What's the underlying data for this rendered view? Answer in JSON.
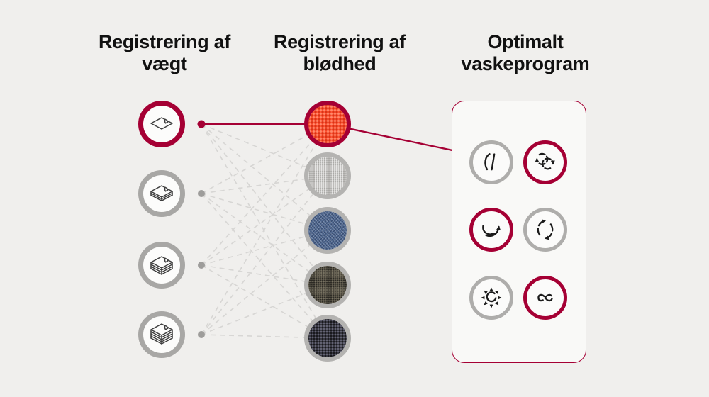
{
  "headers": {
    "weight": "Registrering af vægt",
    "softness": "Registrering af blødhed",
    "program": "Optimalt vaskeprogram"
  },
  "colors": {
    "background": "#f0efed",
    "accent": "#a50034",
    "heading_text": "#111111",
    "ring_gray_weight": "#a8a7a5",
    "ring_gray_fabric": "#b4b3b1",
    "ring_gray_program": "#aeadab",
    "dashed_line": "#d7d6d4",
    "dot_gray": "#9e9d9b",
    "panel_background": "#f9f9f7",
    "icon_stroke": "#1b1b1b",
    "stack_icon_stroke": "#3e3e3e"
  },
  "weight_column": {
    "items": [
      {
        "name": "fabric-sheet-thin",
        "selected": true
      },
      {
        "name": "fabric-stack-light",
        "selected": false
      },
      {
        "name": "fabric-stack-medium",
        "selected": false
      },
      {
        "name": "fabric-stack-heavy",
        "selected": false
      }
    ]
  },
  "softness_column": {
    "items": [
      {
        "name": "fabric-orange-knit",
        "selected": true,
        "base_color": "#ff5233"
      },
      {
        "name": "fabric-light-linen",
        "selected": false,
        "base_color": "#c7c6c4"
      },
      {
        "name": "fabric-blue-denim",
        "selected": false,
        "base_color": "#50688f"
      },
      {
        "name": "fabric-dark-weave",
        "selected": false,
        "base_color": "#49453b"
      },
      {
        "name": "fabric-navy-knit",
        "selected": false,
        "base_color": "#35353f"
      }
    ]
  },
  "program_panel": {
    "items": [
      {
        "name": "stepping-motion",
        "highlighted": false
      },
      {
        "name": "tumbling-motion",
        "highlighted": true
      },
      {
        "name": "swing-motion",
        "highlighted": true
      },
      {
        "name": "rolling-motion",
        "highlighted": false
      },
      {
        "name": "scrubbing-motion",
        "highlighted": false
      },
      {
        "name": "filtration-motion",
        "highlighted": true
      }
    ]
  },
  "connections": {
    "solid_path": [
      "weight-item-1",
      "softness-item-1",
      "program-panel"
    ],
    "dashed": "every weight item connects to every softness item"
  }
}
